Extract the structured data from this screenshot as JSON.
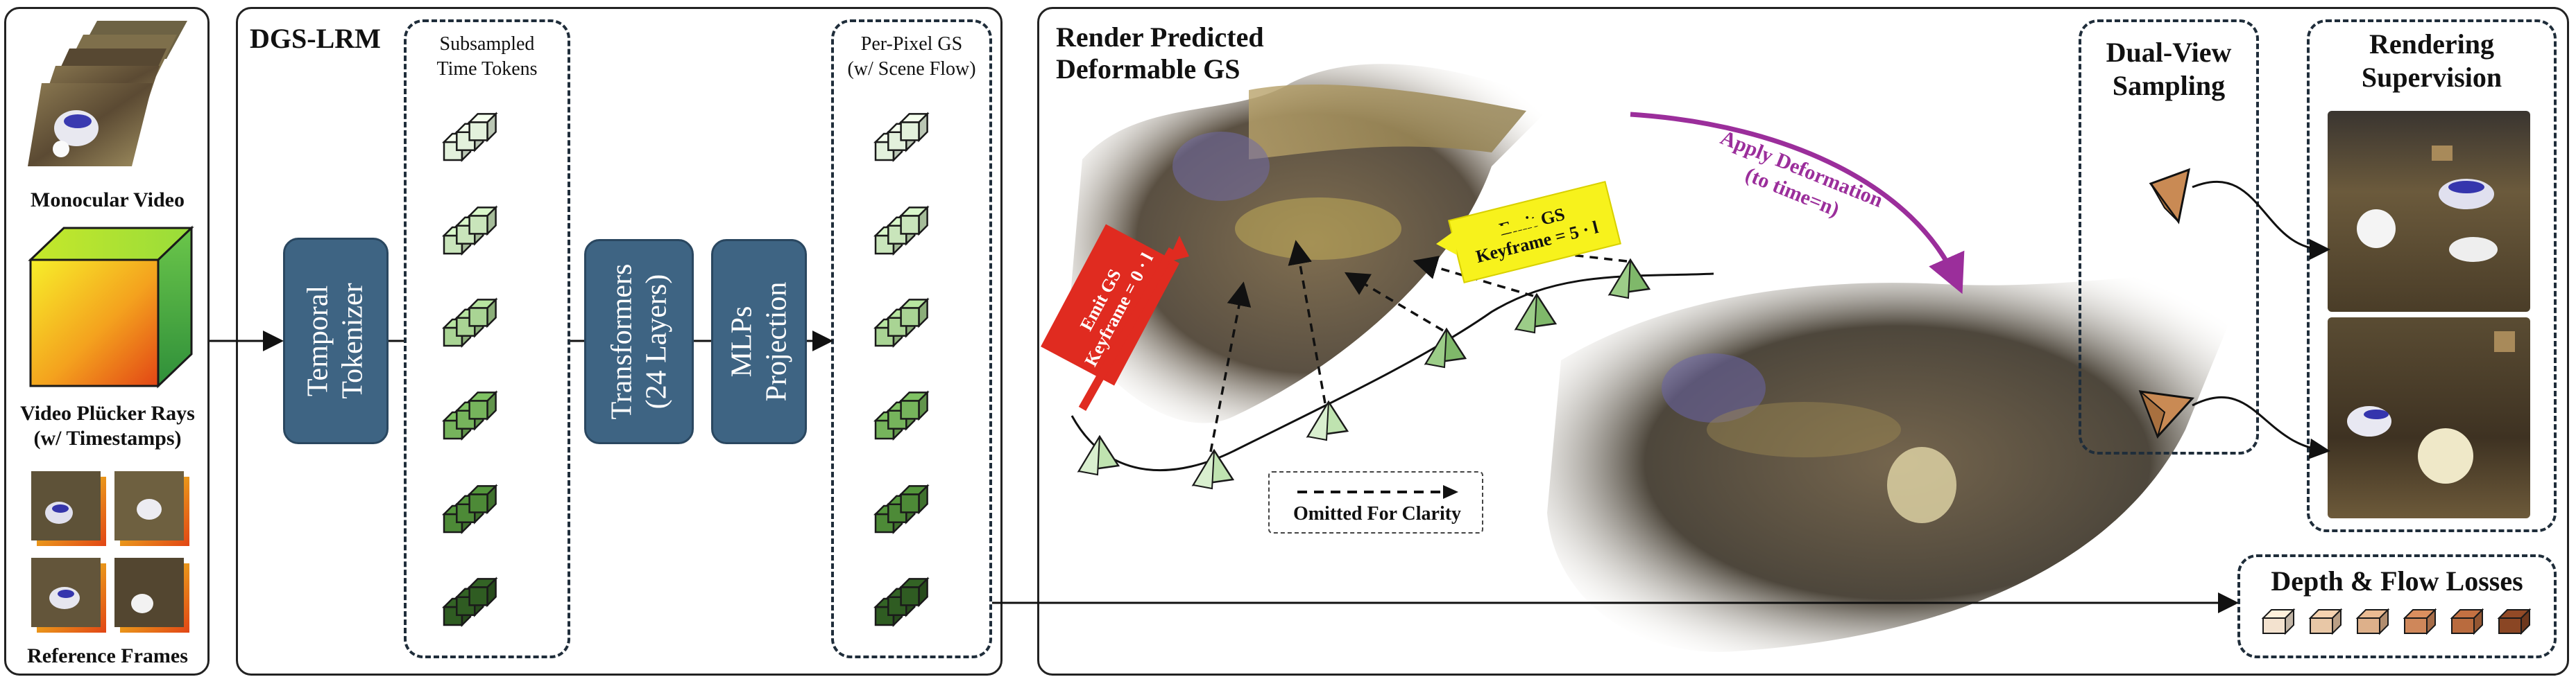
{
  "input_panel": {
    "monocular_video": "Monocular Video",
    "plucker_rays_line1": "Video Plücker Rays",
    "plucker_rays_line2": "(w/ Timestamps)",
    "reference_frames": "Reference Frames"
  },
  "dgs_lrm": {
    "title": "DGS-LRM",
    "subsampled_line1": "Subsampled",
    "subsampled_line2": "Time Tokens",
    "temporal_tokenizer_line1": "Temporal",
    "temporal_tokenizer_line2": "Tokenizer",
    "transformers_line1": "Transformers",
    "transformers_line2": "(24 Layers)",
    "mlps_line1": "MLPs",
    "mlps_line2": "Projection",
    "perpixel_line1": "Per-Pixel GS",
    "perpixel_line2": "(w/ Scene Flow)"
  },
  "render_panel": {
    "title_line1": "Render Predicted",
    "title_line2": "Deformable GS",
    "emit_gs_red_line1": "Emit GS",
    "emit_gs_red_line2": "Keyframe = 0 · l",
    "emit_gs_yellow_line1": "Emit GS",
    "emit_gs_yellow_line2": "Keyframe = 5 · l",
    "apply_deformation_line1": "Apply Deformation",
    "apply_deformation_line2": "(to time=n)",
    "omitted": "Omitted For Clarity",
    "dual_view_line1": "Dual-View",
    "dual_view_line2": "Sampling",
    "rendering_line1": "Rendering",
    "rendering_line2": "Supervision",
    "losses": "Depth & Flow Losses"
  },
  "colors": {
    "box_blue": "#3e6483",
    "emit_red": "#e02b20",
    "emit_yellow": "#f7f21c",
    "deform_purple": "#9b2e9b",
    "token_greens": [
      "#e3f1dc",
      "#c9e5bb",
      "#a9d494",
      "#76b45c",
      "#4d8a37",
      "#2f5c22"
    ]
  }
}
